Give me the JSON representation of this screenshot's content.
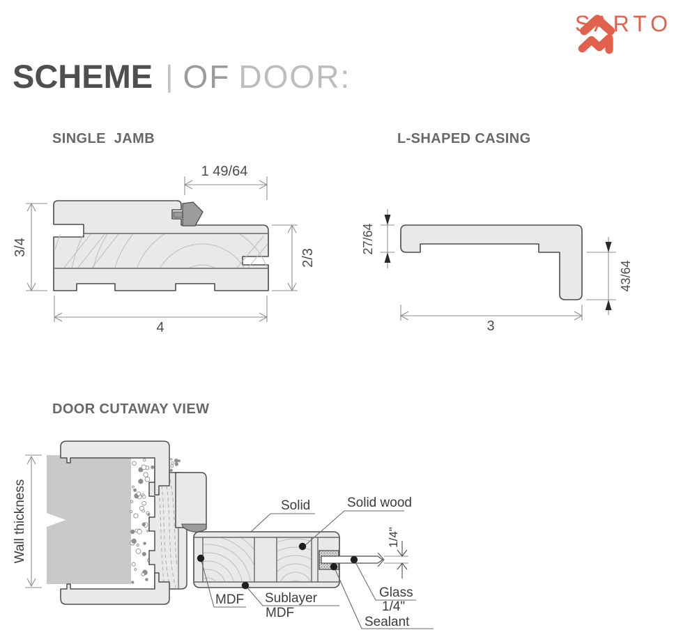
{
  "colors": {
    "accent": "#e2614d",
    "outline": "#4d4d4d",
    "body_fill": "#e9e9e9",
    "wall_fill": "#c9c9c9",
    "seal_fill": "#9c9c9c"
  },
  "brand": {
    "name": "SARTO"
  },
  "title": {
    "main": "SCHEME",
    "separator": "|",
    "secondary_1": "OF",
    "secondary_2": "DOOR:"
  },
  "single_jamb": {
    "heading": "SINGLE  JAMB",
    "dim_top": "1 49/64",
    "dim_left": "3/4",
    "dim_right": "2/3",
    "dim_bottom": "4"
  },
  "l_casing": {
    "heading": "L-SHAPED CASING",
    "dim_left": "27/64",
    "dim_right": "43/64",
    "dim_bottom": "3"
  },
  "cutaway": {
    "heading": "DOOR CUTAWAY VIEW",
    "wall_label": "Wall thickness",
    "solid_label": "Solid",
    "solid_wood_label": "Solid wood",
    "glass_thickness_label": "1/4\"",
    "mdf_label": "MDF",
    "sublayer_label_1": "Sublayer",
    "sublayer_label_2": "MDF",
    "glass_label_1": "Glass",
    "glass_label_2": "1/4\"",
    "sealant_label": "Sealant"
  }
}
